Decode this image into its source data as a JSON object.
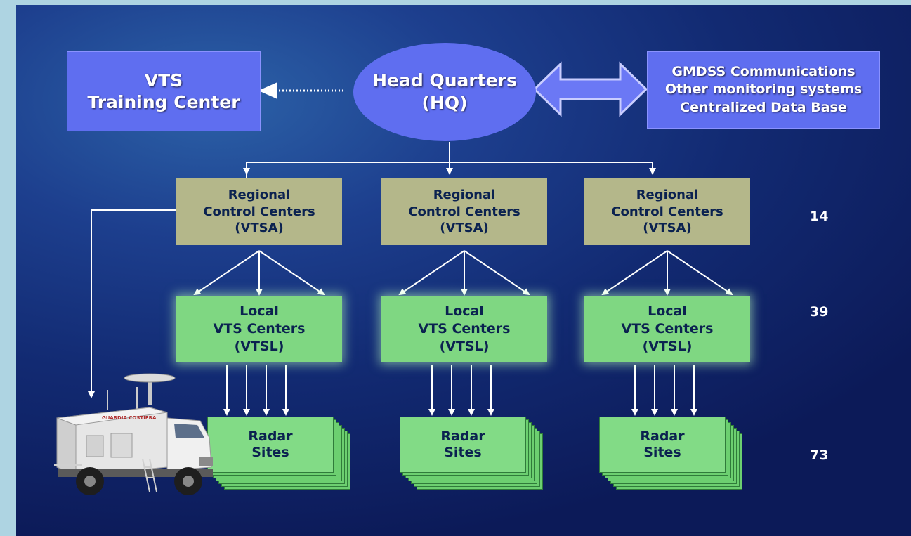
{
  "training_center": {
    "line1": "VTS",
    "line2": "Training Center"
  },
  "head_quarters": {
    "line1": "Head Quarters",
    "line2": "(HQ)"
  },
  "systems_box": {
    "line1": "GMDSS Communications",
    "line2": "Other monitoring systems",
    "line3": "Centralized Data Base"
  },
  "regional": [
    {
      "line1": "Regional",
      "line2": "Control Centers",
      "line3": "(VTSA)"
    },
    {
      "line1": "Regional",
      "line2": "Control Centers",
      "line3": "(VTSA)"
    },
    {
      "line1": "Regional",
      "line2": "Control Centers",
      "line3": "(VTSA)"
    }
  ],
  "local": [
    {
      "line1": "Local",
      "line2": "VTS Centers",
      "line3": "(VTSL)"
    },
    {
      "line1": "Local",
      "line2": "VTS Centers",
      "line3": "(VTSL)"
    },
    {
      "line1": "Local",
      "line2": "VTS Centers",
      "line3": "(VTSL)"
    }
  ],
  "radar": [
    {
      "line1": "Radar",
      "line2": "Sites"
    },
    {
      "line1": "Radar",
      "line2": "Sites"
    },
    {
      "line1": "Radar",
      "line2": "Sites"
    }
  ],
  "counts": {
    "regional": "14",
    "local": "39",
    "radar": "73"
  },
  "truck_label": "GUARDIA COSTIERA",
  "colors": {
    "background": "#17337c",
    "hq_blue": "#5f6ef0",
    "regional_tan": "#b4b78a",
    "local_green": "#7fd782",
    "arrow": "#ffffff"
  }
}
